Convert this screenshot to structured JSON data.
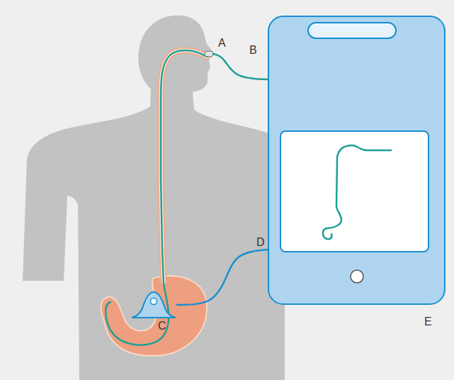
{
  "diagram": {
    "nodes": [
      {
        "text": [
          "A"
        ]
      },
      {
        "text": [
          "E"
        ]
      },
      {
        "text": [
          "C"
        ]
      }
    ],
    "edges": [
      {
        "from": 0,
        "to": 1,
        "label": "B",
        "arrow": "none"
      },
      {
        "from": 2,
        "to": 1,
        "label": "D",
        "arrow": "none"
      }
    ]
  }
}
